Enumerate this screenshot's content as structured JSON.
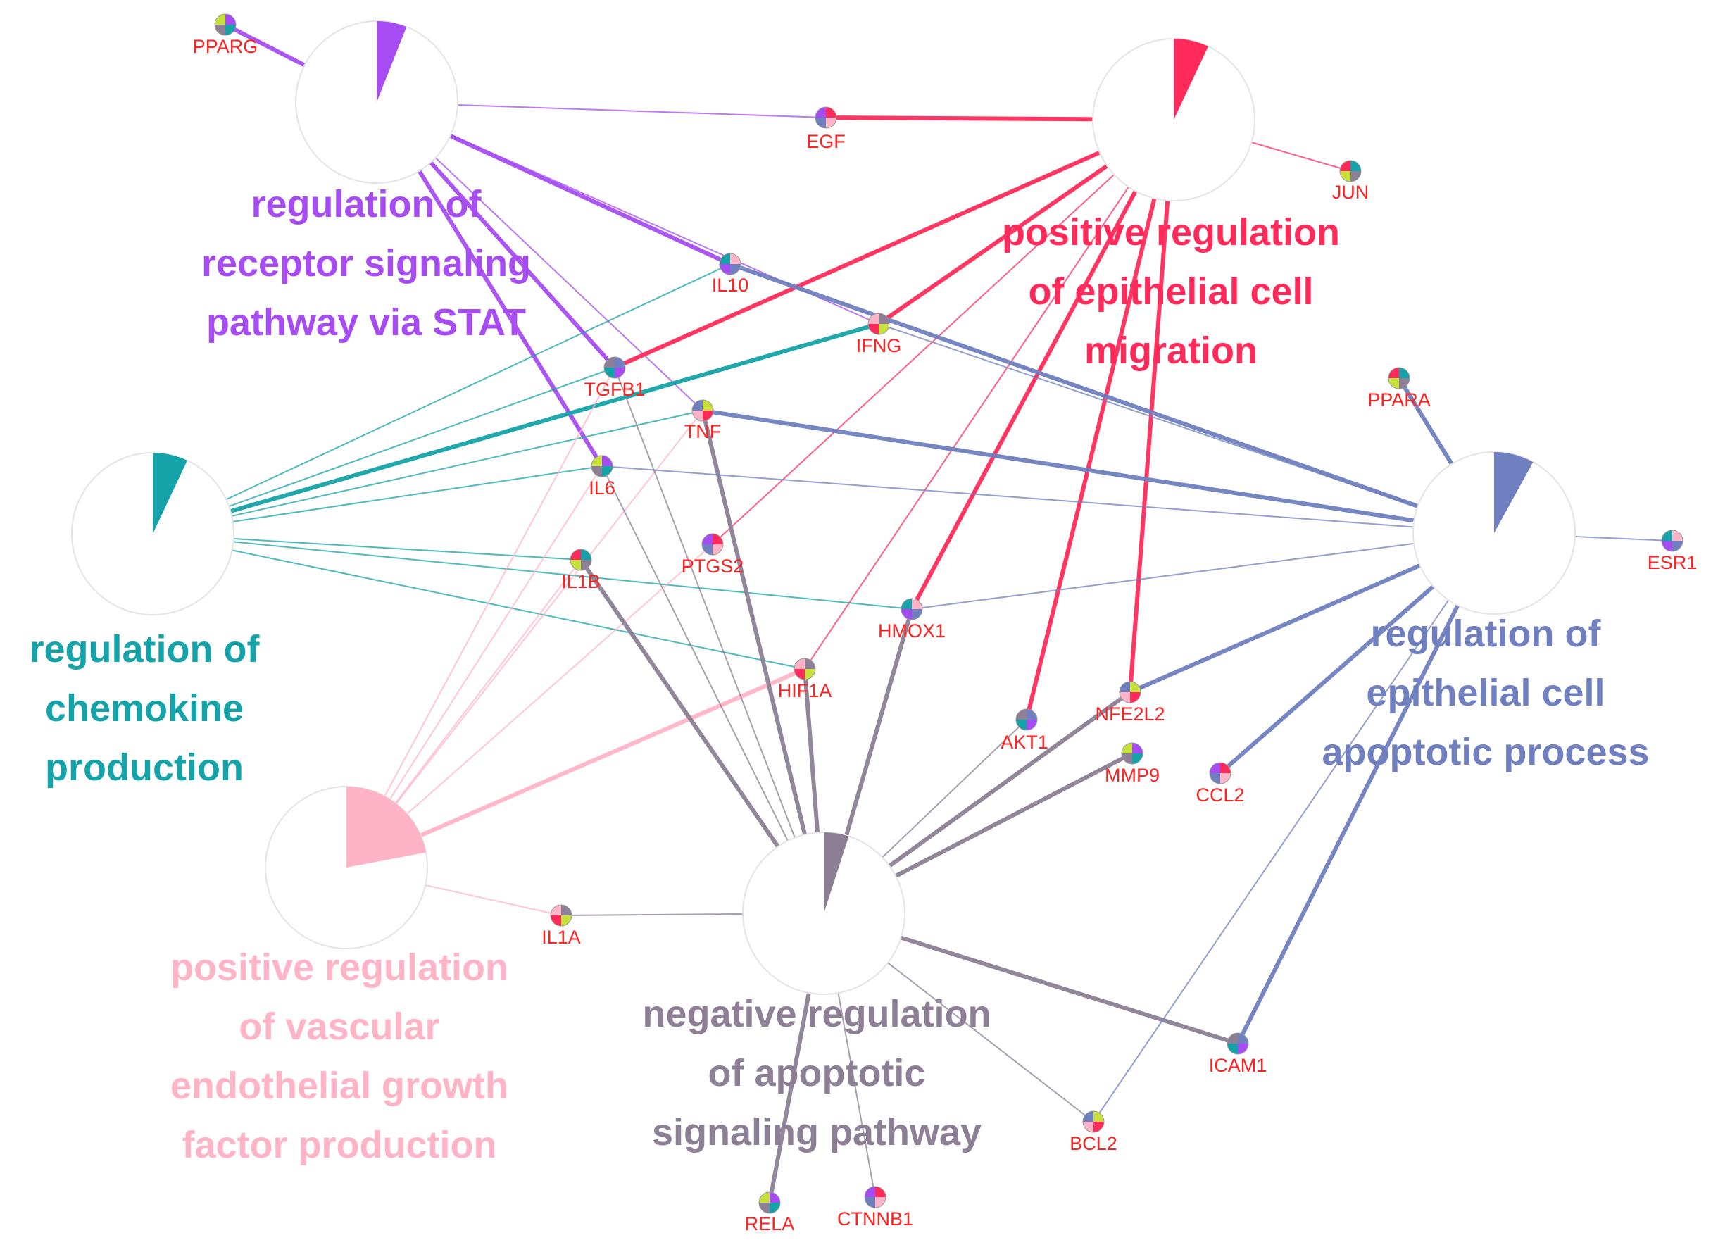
{
  "colors": {
    "receptor_stat": "#a64cf2",
    "epithelial_migration": "#ff2a5a",
    "chemokine": "#14a3a8",
    "vegf": "#ffb3c6",
    "apoptotic_signaling": "#8c7f96",
    "epithelial_apoptosis": "#6f7fbf",
    "gene_label": "#ff2020"
  },
  "terms": [
    {
      "id": "t_stat",
      "lines": [
        "regulation of",
        "receptor signaling",
        "pathway via STAT"
      ],
      "color_key": "receptor_stat",
      "fraction": 0.06
    },
    {
      "id": "t_mig",
      "lines": [
        "positive regulation",
        "of epithelial cell",
        "migration"
      ],
      "color_key": "epithelial_migration",
      "fraction": 0.07
    },
    {
      "id": "t_chemo",
      "lines": [
        "regulation of",
        "chemokine",
        "production"
      ],
      "color_key": "chemokine",
      "fraction": 0.07
    },
    {
      "id": "t_vegf",
      "lines": [
        "positive regulation",
        "of vascular",
        "endothelial growth",
        "factor production"
      ],
      "color_key": "vegf",
      "fraction": 0.22
    },
    {
      "id": "t_neg",
      "lines": [
        "negative regulation",
        "of apoptotic",
        "signaling pathway"
      ],
      "color_key": "apoptotic_signaling",
      "fraction": 0.05
    },
    {
      "id": "t_epi",
      "lines": [
        "regulation of",
        "epithelial cell",
        "apoptotic process"
      ],
      "color_key": "epithelial_apoptosis",
      "fraction": 0.08
    }
  ],
  "genes": [
    {
      "id": "PPARG",
      "label": "PPARG"
    },
    {
      "id": "EGF",
      "label": "EGF"
    },
    {
      "id": "JUN",
      "label": "JUN"
    },
    {
      "id": "IL10",
      "label": "IL10"
    },
    {
      "id": "IFNG",
      "label": "IFNG"
    },
    {
      "id": "TGFB1",
      "label": "TGFB1"
    },
    {
      "id": "TNF",
      "label": "TNF"
    },
    {
      "id": "IL6",
      "label": "IL6"
    },
    {
      "id": "PTGS2",
      "label": "PTGS2"
    },
    {
      "id": "IL1B",
      "label": "IL1B"
    },
    {
      "id": "HMOX1",
      "label": "HMOX1"
    },
    {
      "id": "HIF1A",
      "label": "HIF1A"
    },
    {
      "id": "AKT1",
      "label": "AKT1"
    },
    {
      "id": "NFE2L2",
      "label": "NFE2L2"
    },
    {
      "id": "MMP9",
      "label": "MMP9"
    },
    {
      "id": "CCL2",
      "label": "CCL2"
    },
    {
      "id": "PPARA",
      "label": "PPARA"
    },
    {
      "id": "ESR1",
      "label": "ESR1"
    },
    {
      "id": "IL1A",
      "label": "IL1A"
    },
    {
      "id": "ICAM1",
      "label": "ICAM1"
    },
    {
      "id": "BCL2",
      "label": "BCL2"
    },
    {
      "id": "RELA",
      "label": "RELA"
    },
    {
      "id": "CTNNB1",
      "label": "CTNNB1"
    }
  ],
  "edges": [
    [
      "t_stat",
      "PPARG",
      2
    ],
    [
      "t_stat",
      "EGF",
      1
    ],
    [
      "t_stat",
      "IL10",
      2
    ],
    [
      "t_stat",
      "TGFB1",
      2
    ],
    [
      "t_stat",
      "IL6",
      2
    ],
    [
      "t_stat",
      "TNF",
      1
    ],
    [
      "t_stat",
      "IFNG",
      1
    ],
    [
      "t_mig",
      "EGF",
      2
    ],
    [
      "t_mig",
      "JUN",
      1
    ],
    [
      "t_mig",
      "TGFB1",
      2
    ],
    [
      "t_mig",
      "IFNG",
      2
    ],
    [
      "t_mig",
      "AKT1",
      2
    ],
    [
      "t_mig",
      "NFE2L2",
      2
    ],
    [
      "t_mig",
      "HMOX1",
      2
    ],
    [
      "t_mig",
      "PTGS2",
      1
    ],
    [
      "t_mig",
      "HIF1A",
      1
    ],
    [
      "t_chemo",
      "IL10",
      1
    ],
    [
      "t_chemo",
      "IFNG",
      2
    ],
    [
      "t_chemo",
      "TGFB1",
      1
    ],
    [
      "t_chemo",
      "TNF",
      1
    ],
    [
      "t_chemo",
      "IL6",
      1
    ],
    [
      "t_chemo",
      "IL1B",
      1
    ],
    [
      "t_chemo",
      "HMOX1",
      1
    ],
    [
      "t_chemo",
      "HIF1A",
      1
    ],
    [
      "t_vegf",
      "TGFB1",
      1
    ],
    [
      "t_vegf",
      "IL6",
      1
    ],
    [
      "t_vegf",
      "TNF",
      1
    ],
    [
      "t_vegf",
      "PTGS2",
      1
    ],
    [
      "t_vegf",
      "IL1B",
      1
    ],
    [
      "t_vegf",
      "HIF1A",
      2
    ],
    [
      "t_vegf",
      "IL1A",
      1
    ],
    [
      "t_neg",
      "IL1A",
      1
    ],
    [
      "t_neg",
      "IL6",
      1
    ],
    [
      "t_neg",
      "IL1B",
      2
    ],
    [
      "t_neg",
      "TNF",
      2
    ],
    [
      "t_neg",
      "HIF1A",
      2
    ],
    [
      "t_neg",
      "HMOX1",
      2
    ],
    [
      "t_neg",
      "AKT1",
      1
    ],
    [
      "t_neg",
      "NFE2L2",
      2
    ],
    [
      "t_neg",
      "MMP9",
      2
    ],
    [
      "t_neg",
      "ICAM1",
      2
    ],
    [
      "t_neg",
      "BCL2",
      1
    ],
    [
      "t_neg",
      "RELA",
      2
    ],
    [
      "t_neg",
      "CTNNB1",
      1
    ],
    [
      "t_neg",
      "TGFB1",
      1
    ],
    [
      "t_epi",
      "PPARA",
      2
    ],
    [
      "t_epi",
      "ESR1",
      1
    ],
    [
      "t_epi",
      "IL10",
      2
    ],
    [
      "t_epi",
      "TNF",
      2
    ],
    [
      "t_epi",
      "IL6",
      1
    ],
    [
      "t_epi",
      "HMOX1",
      1
    ],
    [
      "t_epi",
      "NFE2L2",
      2
    ],
    [
      "t_epi",
      "CCL2",
      2
    ],
    [
      "t_epi",
      "ICAM1",
      2
    ],
    [
      "t_epi",
      "BCL2",
      1
    ],
    [
      "t_epi",
      "IFNG",
      1
    ]
  ],
  "pie_colors": [
    "#a64cf2",
    "#ff2a5a",
    "#14a3a8",
    "#ffb3c6",
    "#8c7f96",
    "#6f7fbf",
    "#c7e03a"
  ]
}
